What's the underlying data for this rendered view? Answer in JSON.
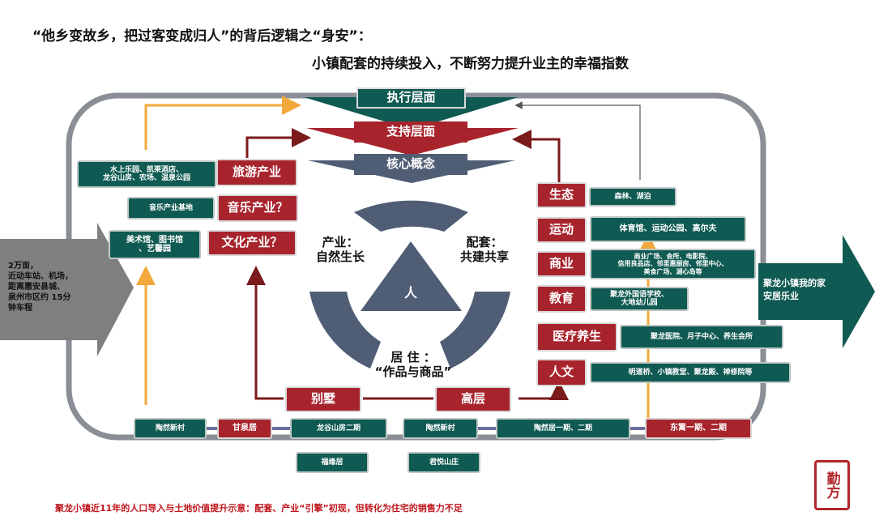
{
  "title_line1": "“他乡变故乡，把过客变成归人”的背后逻辑之“身安”：",
  "title_line2": "小镇配套的持续投入，不断努力提升业主的幸福指数",
  "layers": {
    "execute": "执行层面",
    "support": "支持层面",
    "core": "核心概念"
  },
  "center": {
    "person": "人",
    "industry": "产业：\n自然生长",
    "facilities": "配套：\n共建共享",
    "living": "居 住 ：\n“作品与商品”"
  },
  "left_industries": [
    {
      "name": "旅游产业",
      "detail": "水上乐园、凯莱酒店、\n龙谷山房、农场、温泉公园"
    },
    {
      "name": "音乐产业？",
      "detail": "音乐产业基地"
    },
    {
      "name": "文化产业？",
      "detail": "美术馆、图书馆\n、艺馨园"
    }
  ],
  "right_facilities": [
    {
      "name": "生态",
      "detail": "森林、湖泊"
    },
    {
      "name": "运动",
      "detail": "体育馆、运动公园、高尔夫"
    },
    {
      "name": "商业",
      "detail": "商业广场、会所、电影院、\n信用良品店、邻里惠厨房、邻里中心、\n美食广场、湖心岛等"
    },
    {
      "name": "教育",
      "detail": "聚龙外国语学校、\n大地幼儿园"
    },
    {
      "name": "医疗养生",
      "detail": "聚龙医院、月子中心、养生会所"
    },
    {
      "name": "人文",
      "detail": "明道桥、小镇教堂、聚龙殿、禅修院等"
    }
  ],
  "housing": {
    "villa": "别墅",
    "highrise": "高层",
    "projects": [
      "陶然新村",
      "甘泉居",
      "龙谷山房二期",
      "陶然新村",
      "陶然居一期、二期",
      "东篱一期、二期",
      "福缘居",
      "君悦山庄"
    ]
  },
  "left_arrow_text": "2万亩，\n近动车站、机场，\n距离惠安县城、\n泉州市区约 15分\n钟车程",
  "right_arrow_text": "聚龙小镇我的家\n安居乐业",
  "caption": "聚龙小镇近11年的人口导入与土地价值提升示意：配套、产业“引擎”初现，但转化为住宅的销售力不足",
  "seal_text": "勤方",
  "colors": {
    "teal": "#0f5a52",
    "red": "#a8242d",
    "slate": "#4f5d75",
    "orange": "#f2a93b",
    "dark_red": "#7a1a1a"
  }
}
